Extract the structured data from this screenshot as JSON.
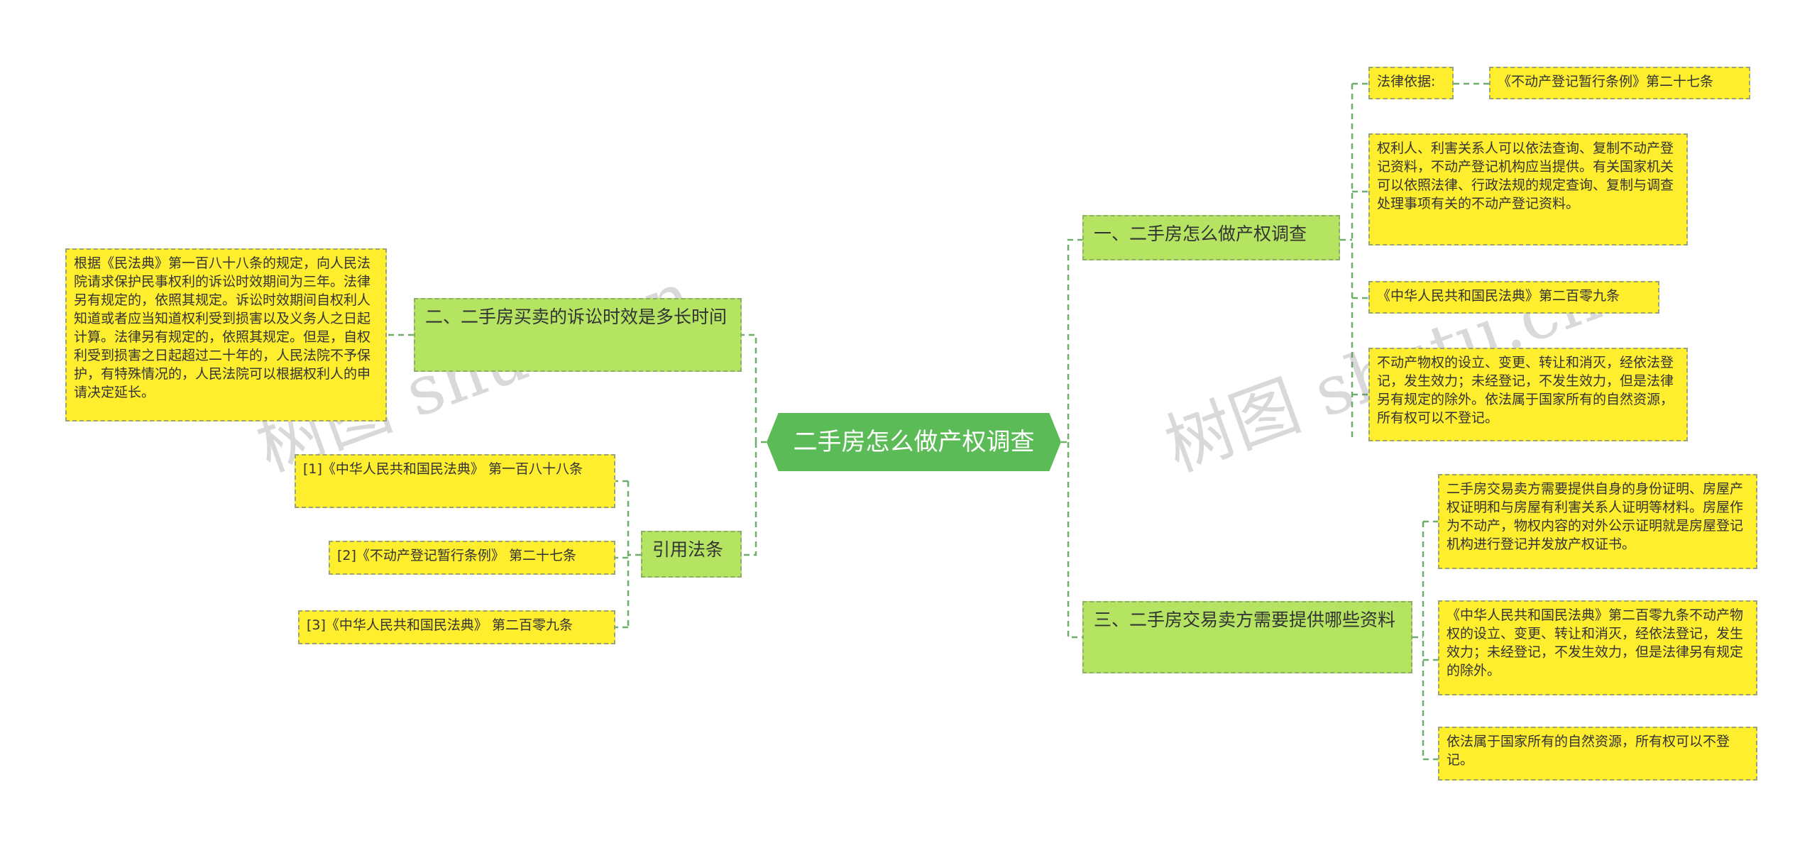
{
  "watermark": "树图 shutu.cn",
  "center": "二手房怎么做产权调查",
  "branches": {
    "b1": "一、二手房怎么做产权调查",
    "b2": "二、二手房买卖的诉讼时效是多长时间",
    "b3": "三、二手房交易卖方需要提供哪些资料",
    "b4": "引用法条"
  },
  "leaves": {
    "b1_basis_label": "法律依据:",
    "b1_basis_value": "《不动产登记暂行条例》第二十七条",
    "b1_text": "权利人、利害关系人可以依法查询、复制不动产登记资料，不动产登记机构应当提供。有关国家机关可以依照法律、行政法规的规定查询、复制与调查处理事项有关的不动产登记资料。",
    "b1_law": "《中华人民共和国民法典》第二百零九条",
    "b1_law_text": "不动产物权的设立、变更、转让和消灭，经依法登记，发生效力；未经登记，不发生效力，但是法律另有规定的除外。依法属于国家所有的自然资源，所有权可以不登记。",
    "b2_text": "根据《民法典》第一百八十八条的规定，向人民法院请求保护民事权利的诉讼时效期间为三年。法律另有规定的，依照其规定。诉讼时效期间自权利人知道或者应当知道权利受到损害以及义务人之日起计算。法律另有规定的，依照其规定。但是，自权利受到损害之日起超过二十年的，人民法院不予保护，有特殊情况的，人民法院可以根据权利人的申请决定延长。",
    "b3_text1": "二手房交易卖方需要提供自身的身份证明、房屋产权证明和与房屋有利害关系人证明等材料。房屋作为不动产，物权内容的对外公示证明就是房屋登记机构进行登记并发放产权证书。",
    "b3_text2": "《中华人民共和国民法典》第二百零九条不动产物权的设立、变更、转让和消灭，经依法登记，发生效力；未经登记，不发生效力，但是法律另有规定的除外。",
    "b3_text3": "依法属于国家所有的自然资源，所有权可以不登记。",
    "b4_ref1": "[1]《中华人民共和国民法典》 第一百八十八条",
    "b4_ref2": "[2]《不动产登记暂行条例》 第二十七条",
    "b4_ref3": "[3]《中华人民共和国民法典》 第二百零九条"
  },
  "colors": {
    "center": "#5bbb56",
    "branch": "#b4e461",
    "leaf": "#ffee2e",
    "connector": "#6fae6a"
  }
}
